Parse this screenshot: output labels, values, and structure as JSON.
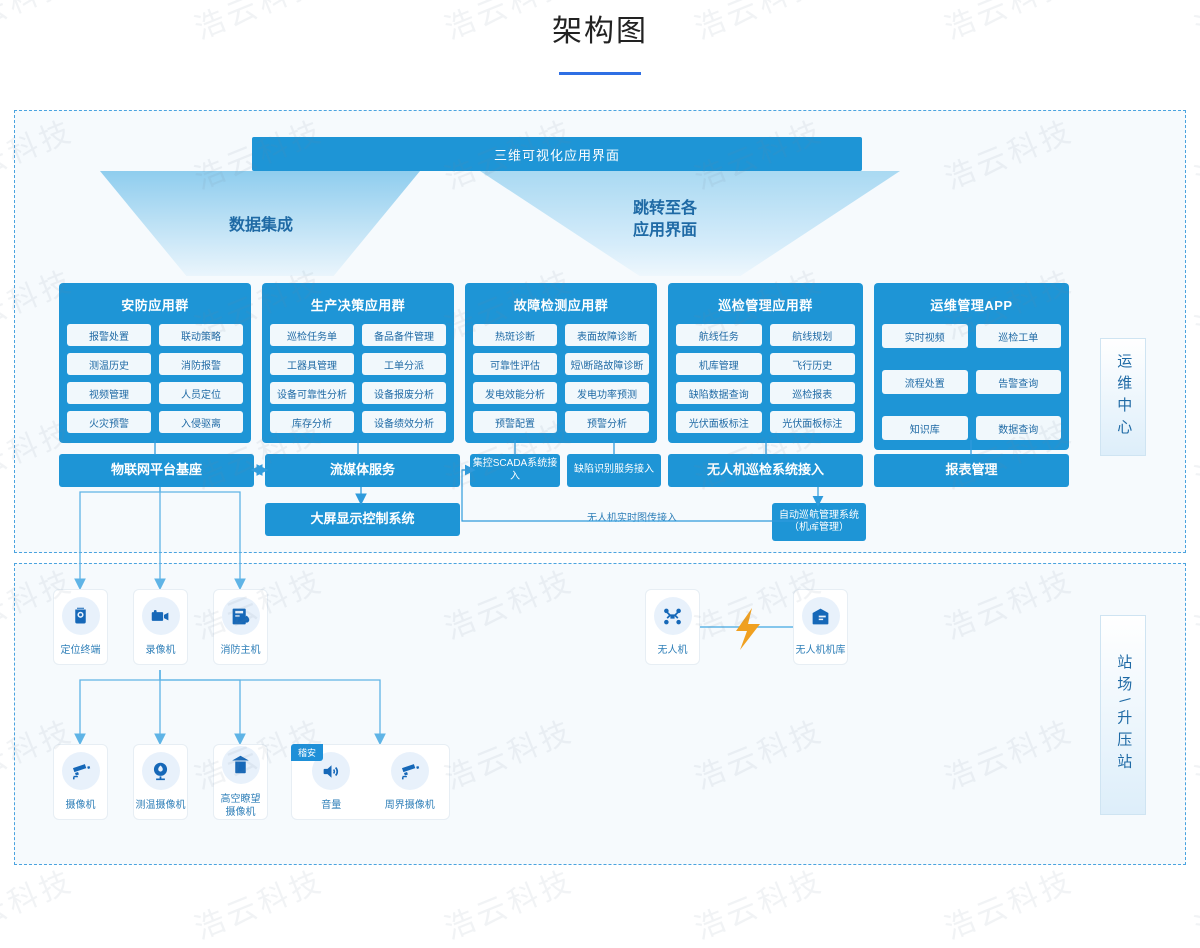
{
  "title": "架构图",
  "top_bar": {
    "label": "三维可视化应用界面"
  },
  "funnels": {
    "left_label": "数据集成",
    "right_label_line1": "跳转至各",
    "right_label_line2": "应用界面"
  },
  "side_labels": {
    "ops_center": "运维中心",
    "station": "站场\\升压站"
  },
  "groups": [
    {
      "title": "安防应用群",
      "items": [
        "报警处置",
        "联动策略",
        "测温历史",
        "消防报警",
        "视频管理",
        "人员定位",
        "火灾预警",
        "入侵驱离"
      ]
    },
    {
      "title": "生产决策应用群",
      "items": [
        "巡检任务单",
        "备品备件管理",
        "工器具管理",
        "工单分派",
        "设备可靠性分析",
        "设备报废分析",
        "库存分析",
        "设备绩效分析"
      ]
    },
    {
      "title": "故障检测应用群",
      "items": [
        "热斑诊断",
        "表面故障诊断",
        "可靠性评估",
        "短\\断路故障诊断",
        "发电效能分析",
        "发电功率预测",
        "预警配置",
        "预警分析"
      ]
    },
    {
      "title": "巡检管理应用群",
      "items": [
        "航线任务",
        "航线规划",
        "机库管理",
        "飞行历史",
        "缺陷数据查询",
        "巡检报表",
        "光伏面板标注",
        "光伏面板标注"
      ]
    },
    {
      "title": "运维管理APP",
      "items": [
        "实时视频",
        "巡检工单",
        "流程处置",
        "告警查询",
        "知识库",
        "数据查询"
      ]
    }
  ],
  "platform_row": [
    {
      "label": "物联网平台基座"
    },
    {
      "label": "流媒体服务"
    },
    {
      "label": "集控SCADA系统接入"
    },
    {
      "label": "缺陷识别服务接入"
    },
    {
      "label": "无人机巡检系统接入"
    },
    {
      "label": "报表管理"
    }
  ],
  "secondary_row": {
    "big_screen": "大屏显示控制系统",
    "auto_cruise_line1": "自动巡航管理系统",
    "auto_cruise_line2": "（机库管理）",
    "flow_label": "无人机实时图传接入"
  },
  "devices_row1": [
    {
      "label": "定位终端",
      "icon": "locator-terminal-icon"
    },
    {
      "label": "录像机",
      "icon": "video-recorder-icon"
    },
    {
      "label": "消防主机",
      "icon": "fire-control-host-icon"
    }
  ],
  "devices_row2": [
    {
      "label": "摄像机",
      "icon": "camera-icon"
    },
    {
      "label": "测温摄像机",
      "icon": "thermal-camera-icon"
    },
    {
      "label": "高空瞭望摄像机",
      "label_line1": "高空瞭望",
      "label_line2": "摄像机",
      "icon": "watchtower-camera-icon"
    }
  ],
  "device_pair": {
    "badge": "稽安",
    "items": [
      {
        "label": "音量",
        "icon": "speaker-icon"
      },
      {
        "label": "周界摄像机",
        "icon": "perimeter-camera-icon"
      }
    ]
  },
  "drones": [
    {
      "label": "无人机",
      "icon": "drone-icon"
    },
    {
      "label": "无人机机库",
      "icon": "drone-hangar-icon"
    }
  ],
  "colors": {
    "primary_blue": "#1e95d6",
    "accent_underline": "#2f6fe4",
    "wire_blue": "#3aa0e0",
    "panel_bg": "#f6fafd",
    "lightning_orange": "#f0a020"
  },
  "watermark": "浩云科技"
}
